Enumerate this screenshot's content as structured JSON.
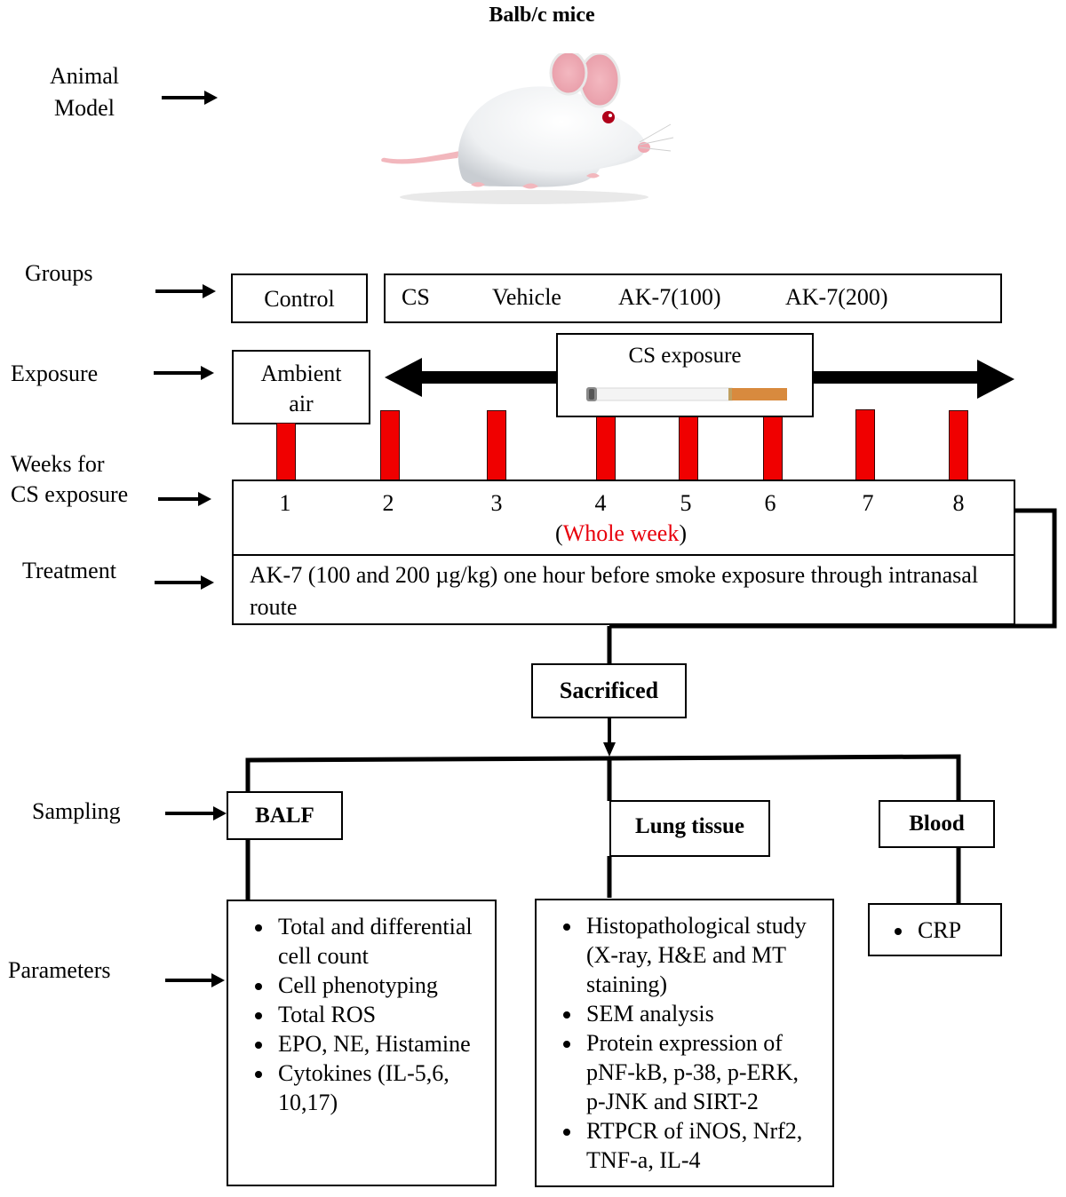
{
  "title": "Balb/c mice",
  "rows": {
    "animal_model": "Animal\nModel",
    "groups": "Groups",
    "exposure": "Exposure",
    "weeks": "Weeks for\nCS exposure",
    "treatment": "Treatment",
    "sampling": "Sampling",
    "parameters": "Parameters"
  },
  "groups": {
    "control": "Control",
    "items": [
      "CS",
      "Vehicle",
      "AK-7(100)",
      "AK-7(200)"
    ]
  },
  "exposure": {
    "ambient": "Ambient\nair",
    "cs": "CS exposure"
  },
  "weeks": {
    "numbers": [
      "1",
      "2",
      "3",
      "4",
      "5",
      "6",
      "7",
      "8"
    ],
    "note_open": "(",
    "note": "Whole week",
    "note_close": ")"
  },
  "treatment_text": "AK-7 (100 and 200 µg/kg) one hour before smoke exposure through intranasal route",
  "sacrificed": "Sacrificed",
  "samples": {
    "balf": "BALF",
    "lung": "Lung tissue",
    "blood": "Blood"
  },
  "parameters": {
    "balf": [
      "Total and differential cell count",
      "Cell phenotyping",
      "Total ROS",
      "EPO, NE, Histamine",
      "Cytokines (IL-5,6, 10,17)"
    ],
    "lung": [
      "Histopathological study (X-ray, H&E and MT staining)",
      "SEM analysis",
      "Protein expression of pNF-kB, p-38, p-ERK, p-JNK and SIRT-2",
      "RTPCR of iNOS, Nrf2, TNF-a, IL-4"
    ],
    "blood": [
      "CRP"
    ]
  },
  "colors": {
    "bar": "#f00000",
    "note": "#e8000c"
  }
}
